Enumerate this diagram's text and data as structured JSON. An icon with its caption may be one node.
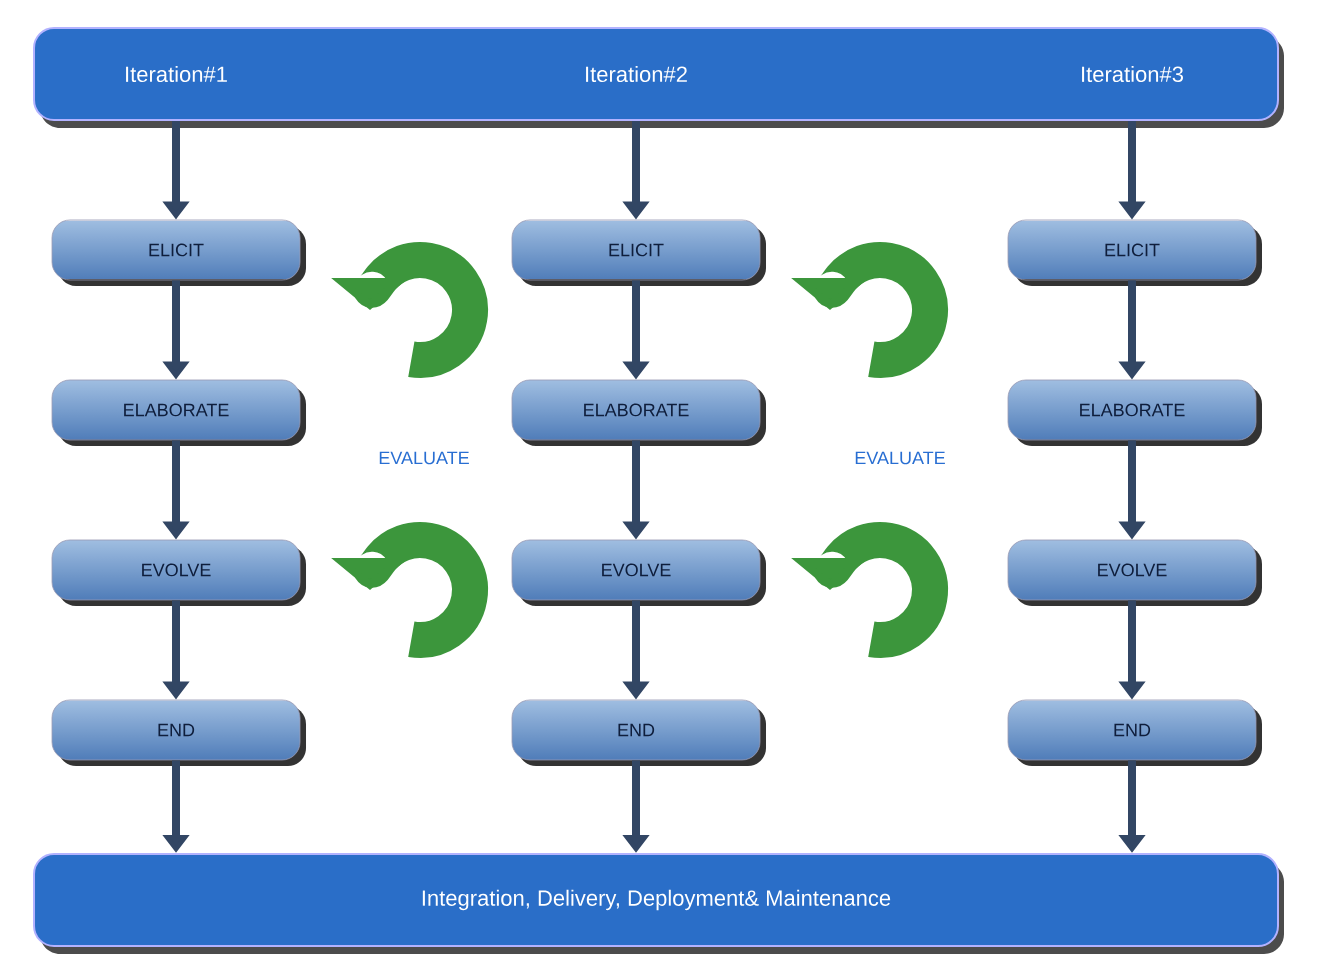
{
  "diagram": {
    "nodes": [
      {
        "text": [
          "Iteration#1",
          "Iteration#2",
          "Iteration#3"
        ]
      },
      {
        "text": [
          "ELICIT"
        ]
      },
      {
        "text": [
          "ELABORATE"
        ]
      },
      {
        "text": [
          "EVOLVE"
        ]
      },
      {
        "text": [
          "END"
        ]
      },
      {
        "text": [
          "ELICIT"
        ]
      },
      {
        "text": [
          "ELABORATE"
        ]
      },
      {
        "text": [
          "EVOLVE"
        ]
      },
      {
        "text": [
          "END"
        ]
      },
      {
        "text": [
          "ELICIT"
        ]
      },
      {
        "text": [
          "ELABORATE"
        ]
      },
      {
        "text": [
          "EVOLVE"
        ]
      },
      {
        "text": [
          "END"
        ]
      },
      {
        "text": [
          "Integration, Delivery,  Deployment& Maintenance"
        ]
      }
    ],
    "edges": [
      {
        "from": 0,
        "to": 1,
        "arrow": "to"
      },
      {
        "from": 1,
        "to": 2,
        "arrow": "to"
      },
      {
        "from": 2,
        "to": 3,
        "arrow": "to"
      },
      {
        "from": 3,
        "to": 4,
        "arrow": "to"
      },
      {
        "from": 4,
        "to": 13,
        "arrow": "to"
      },
      {
        "from": 0,
        "to": 5,
        "arrow": "to"
      },
      {
        "from": 5,
        "to": 6,
        "arrow": "to"
      },
      {
        "from": 6,
        "to": 7,
        "arrow": "to"
      },
      {
        "from": 7,
        "to": 8,
        "arrow": "to"
      },
      {
        "from": 8,
        "to": 13,
        "arrow": "to"
      },
      {
        "from": 0,
        "to": 9,
        "arrow": "to"
      },
      {
        "from": 9,
        "to": 10,
        "arrow": "to"
      },
      {
        "from": 10,
        "to": 11,
        "arrow": "to"
      },
      {
        "from": 11,
        "to": 12,
        "arrow": "to"
      },
      {
        "from": 12,
        "to": 13,
        "arrow": "to"
      }
    ],
    "labels": [
      "EVALUATE",
      "EVALUATE"
    ]
  }
}
